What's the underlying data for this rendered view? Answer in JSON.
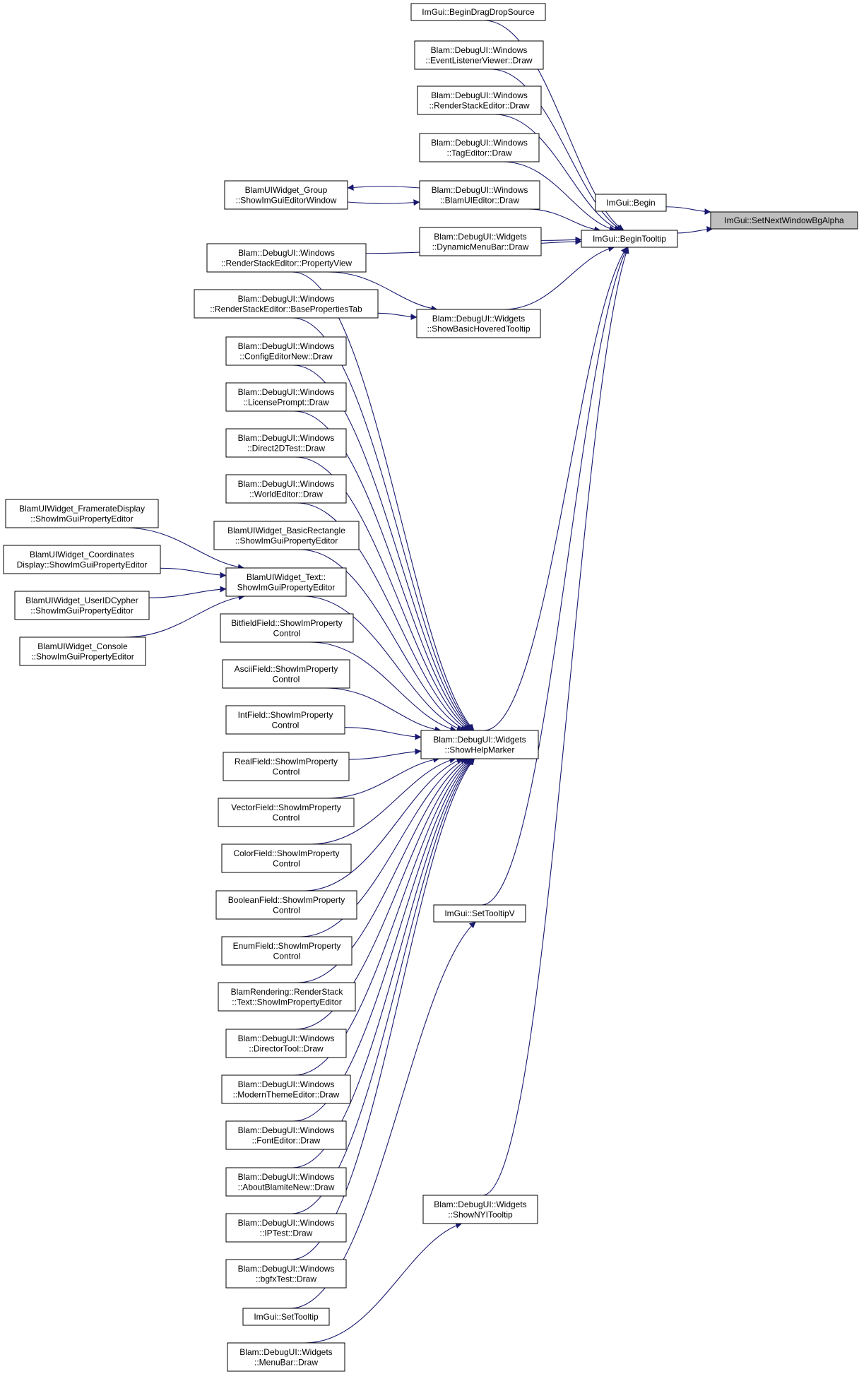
{
  "graph": {
    "kind": "caller graph",
    "root": "root",
    "colors": {
      "edge": "#191970",
      "node_fill": "#ffffff",
      "root_fill": "#bfbfbf",
      "border": "#000000"
    },
    "nodes": [
      {
        "id": "root",
        "lines": [
          "ImGui::SetNextWindowBgAlpha"
        ]
      },
      {
        "id": "begin",
        "lines": [
          "ImGui::Begin"
        ]
      },
      {
        "id": "begintooltip",
        "lines": [
          "ImGui::BeginTooltip"
        ]
      },
      {
        "id": "dragdrop",
        "lines": [
          "ImGui::BeginDragDropSource"
        ]
      },
      {
        "id": "eventlistener",
        "lines": [
          "Blam::DebugUI::Windows",
          "::EventListenerViewer::Draw"
        ]
      },
      {
        "id": "renderstack",
        "lines": [
          "Blam::DebugUI::Windows",
          "::RenderStackEditor::Draw"
        ]
      },
      {
        "id": "tageditor",
        "lines": [
          "Blam::DebugUI::Windows",
          "::TagEditor::Draw"
        ]
      },
      {
        "id": "uieditor",
        "lines": [
          "Blam::DebugUI::Windows",
          "::BlamUIEditor::Draw"
        ]
      },
      {
        "id": "groupeditor",
        "lines": [
          "BlamUIWidget_Group",
          "::ShowImGuiEditorWindow"
        ]
      },
      {
        "id": "dynmenu",
        "lines": [
          "Blam::DebugUI::Widgets",
          "::DynamicMenuBar::Draw"
        ]
      },
      {
        "id": "propview",
        "lines": [
          "Blam::DebugUI::Windows",
          "::RenderStackEditor::PropertyView"
        ]
      },
      {
        "id": "baseprops",
        "lines": [
          "Blam::DebugUI::Windows",
          "::RenderStackEditor::BasePropertiesTab"
        ]
      },
      {
        "id": "basichover",
        "lines": [
          "Blam::DebugUI::Widgets",
          "::ShowBasicHoveredTooltip"
        ]
      },
      {
        "id": "confignew",
        "lines": [
          "Blam::DebugUI::Windows",
          "::ConfigEditorNew::Draw"
        ]
      },
      {
        "id": "license",
        "lines": [
          "Blam::DebugUI::Windows",
          "::LicensePrompt::Draw"
        ]
      },
      {
        "id": "direct2d",
        "lines": [
          "Blam::DebugUI::Windows",
          "::Direct2DTest::Draw"
        ]
      },
      {
        "id": "worldeditor",
        "lines": [
          "Blam::DebugUI::Windows",
          "::WorldEditor::Draw"
        ]
      },
      {
        "id": "basicrect",
        "lines": [
          "BlamUIWidget_BasicRectangle",
          "::ShowImGuiPropertyEditor"
        ]
      },
      {
        "id": "framerate",
        "lines": [
          "BlamUIWidget_FramerateDisplay",
          "::ShowImGuiPropertyEditor"
        ]
      },
      {
        "id": "coords",
        "lines": [
          "BlamUIWidget_Coordinates",
          "Display::ShowImGuiPropertyEditor"
        ]
      },
      {
        "id": "textwidget",
        "lines": [
          "BlamUIWidget_Text::",
          "ShowImGuiPropertyEditor"
        ]
      },
      {
        "id": "useridcypher",
        "lines": [
          "BlamUIWidget_UserIDCypher",
          "::ShowImGuiPropertyEditor"
        ]
      },
      {
        "id": "console",
        "lines": [
          "BlamUIWidget_Console",
          "::ShowImGuiPropertyEditor"
        ]
      },
      {
        "id": "bitfield",
        "lines": [
          "BitfieldField::ShowImProperty",
          "Control"
        ]
      },
      {
        "id": "ascii",
        "lines": [
          "AsciiField::ShowImProperty",
          "Control"
        ]
      },
      {
        "id": "int",
        "lines": [
          "IntField::ShowImProperty",
          "Control"
        ]
      },
      {
        "id": "real",
        "lines": [
          "RealField::ShowImProperty",
          "Control"
        ]
      },
      {
        "id": "vector",
        "lines": [
          "VectorField::ShowImProperty",
          "Control"
        ]
      },
      {
        "id": "color",
        "lines": [
          "ColorField::ShowImProperty",
          "Control"
        ]
      },
      {
        "id": "boolean",
        "lines": [
          "BooleanField::ShowImProperty",
          "Control"
        ]
      },
      {
        "id": "enum",
        "lines": [
          "EnumField::ShowImProperty",
          "Control"
        ]
      },
      {
        "id": "rstext",
        "lines": [
          "BlamRendering::RenderStack",
          "::Text::ShowImPropertyEditor"
        ]
      },
      {
        "id": "director",
        "lines": [
          "Blam::DebugUI::Windows",
          "::DirectorTool::Draw"
        ]
      },
      {
        "id": "moderntheme",
        "lines": [
          "Blam::DebugUI::Windows",
          "::ModernThemeEditor::Draw"
        ]
      },
      {
        "id": "font",
        "lines": [
          "Blam::DebugUI::Windows",
          "::FontEditor::Draw"
        ]
      },
      {
        "id": "about",
        "lines": [
          "Blam::DebugUI::Windows",
          "::AboutBlamiteNew::Draw"
        ]
      },
      {
        "id": "iptest",
        "lines": [
          "Blam::DebugUI::Windows",
          "::IPTest::Draw"
        ]
      },
      {
        "id": "bgfx",
        "lines": [
          "Blam::DebugUI::Windows",
          "::bgfxTest::Draw"
        ]
      },
      {
        "id": "settooltip",
        "lines": [
          "ImGui::SetTooltip"
        ]
      },
      {
        "id": "menubar",
        "lines": [
          "Blam::DebugUI::Widgets",
          "::MenuBar::Draw"
        ]
      },
      {
        "id": "helpmarker",
        "lines": [
          "Blam::DebugUI::Widgets",
          "::ShowHelpMarker"
        ]
      },
      {
        "id": "settooltipv",
        "lines": [
          "ImGui::SetTooltipV"
        ]
      },
      {
        "id": "nyi",
        "lines": [
          "Blam::DebugUI::Widgets",
          "::ShowNYITooltip"
        ]
      }
    ],
    "edges": [
      [
        "begin",
        "root"
      ],
      [
        "begintooltip",
        "root"
      ],
      [
        "dragdrop",
        "begintooltip"
      ],
      [
        "eventlistener",
        "begintooltip"
      ],
      [
        "renderstack",
        "begintooltip"
      ],
      [
        "tageditor",
        "begintooltip"
      ],
      [
        "uieditor",
        "begintooltip"
      ],
      [
        "dynmenu",
        "begintooltip"
      ],
      [
        "propview",
        "begintooltip"
      ],
      [
        "basichover",
        "begintooltip"
      ],
      [
        "helpmarker",
        "begintooltip"
      ],
      [
        "settooltipv",
        "begintooltip"
      ],
      [
        "nyi",
        "begintooltip"
      ],
      [
        "uieditor",
        "groupeditor"
      ],
      [
        "groupeditor",
        "uieditor"
      ],
      [
        "propview",
        "basichover"
      ],
      [
        "baseprops",
        "basichover"
      ],
      [
        "framerate",
        "textwidget"
      ],
      [
        "coords",
        "textwidget"
      ],
      [
        "useridcypher",
        "textwidget"
      ],
      [
        "console",
        "textwidget"
      ],
      [
        "propview",
        "helpmarker"
      ],
      [
        "baseprops",
        "helpmarker"
      ],
      [
        "confignew",
        "helpmarker"
      ],
      [
        "license",
        "helpmarker"
      ],
      [
        "direct2d",
        "helpmarker"
      ],
      [
        "worldeditor",
        "helpmarker"
      ],
      [
        "basicrect",
        "helpmarker"
      ],
      [
        "textwidget",
        "helpmarker"
      ],
      [
        "bitfield",
        "helpmarker"
      ],
      [
        "ascii",
        "helpmarker"
      ],
      [
        "int",
        "helpmarker"
      ],
      [
        "real",
        "helpmarker"
      ],
      [
        "vector",
        "helpmarker"
      ],
      [
        "color",
        "helpmarker"
      ],
      [
        "boolean",
        "helpmarker"
      ],
      [
        "enum",
        "helpmarker"
      ],
      [
        "rstext",
        "helpmarker"
      ],
      [
        "director",
        "helpmarker"
      ],
      [
        "moderntheme",
        "helpmarker"
      ],
      [
        "font",
        "helpmarker"
      ],
      [
        "about",
        "helpmarker"
      ],
      [
        "iptest",
        "helpmarker"
      ],
      [
        "bgfx",
        "helpmarker"
      ],
      [
        "settooltip",
        "settooltipv"
      ],
      [
        "menubar",
        "nyi"
      ]
    ]
  }
}
